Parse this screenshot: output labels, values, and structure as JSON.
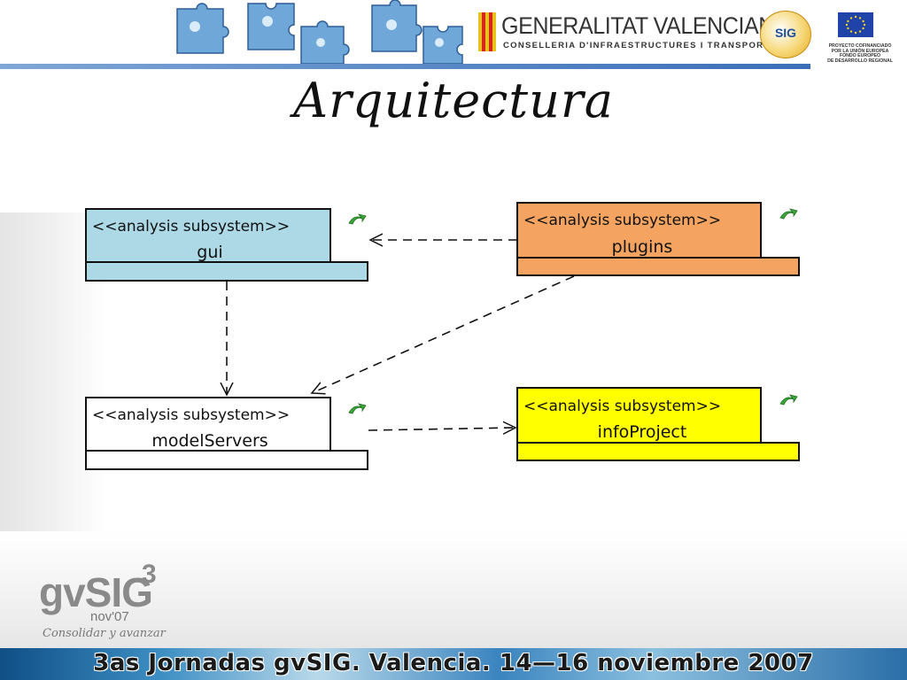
{
  "header": {
    "government_name": "GENERALITAT VALENCIANA",
    "government_department": "CONSELLERIA D'INFRAESTRUCTURES I TRANSPORT",
    "badge_text": "SIG",
    "eu_lines": [
      "PROYECTO COFINANCIADO",
      "POR LA UNIÓN EUROPEA",
      "FONDO EUROPEO",
      "DE DESARROLLO REGIONAL"
    ]
  },
  "slide": {
    "title": "Arquitectura"
  },
  "diagram": {
    "packages": [
      {
        "id": "gui",
        "stereotype": "<<analysis subsystem>>",
        "name": "gui",
        "color": "#add8e6",
        "icon": "link-arrow-icon"
      },
      {
        "id": "plugins",
        "stereotype": "<<analysis subsystem>>",
        "name": "plugins",
        "color": "#f4a460",
        "icon": "link-arrow-icon"
      },
      {
        "id": "modelServers",
        "stereotype": "<<analysis subsystem>>",
        "name": "modelServers",
        "color": "#ffffff",
        "icon": "link-arrow-icon"
      },
      {
        "id": "infoProject",
        "stereotype": "<<analysis subsystem>>",
        "name": "infoProject",
        "color": "#ffff00",
        "icon": "link-arrow-icon"
      }
    ],
    "dependencies": [
      {
        "from": "plugins",
        "to": "gui"
      },
      {
        "from": "gui",
        "to": "modelServers"
      },
      {
        "from": "plugins",
        "to": "modelServers"
      },
      {
        "from": "modelServers",
        "to": "infoProject"
      }
    ],
    "line_color": "#111111",
    "icon_color": "#3aa83a"
  },
  "footer": {
    "logo_name": "gvSIG",
    "logo_version": "3",
    "logo_date": "nov'07",
    "logo_slogan": "Consolidar y avanzar",
    "banner_text": "3as Jornadas gvSIG. Valencia. 14—16 noviembre 2007"
  }
}
